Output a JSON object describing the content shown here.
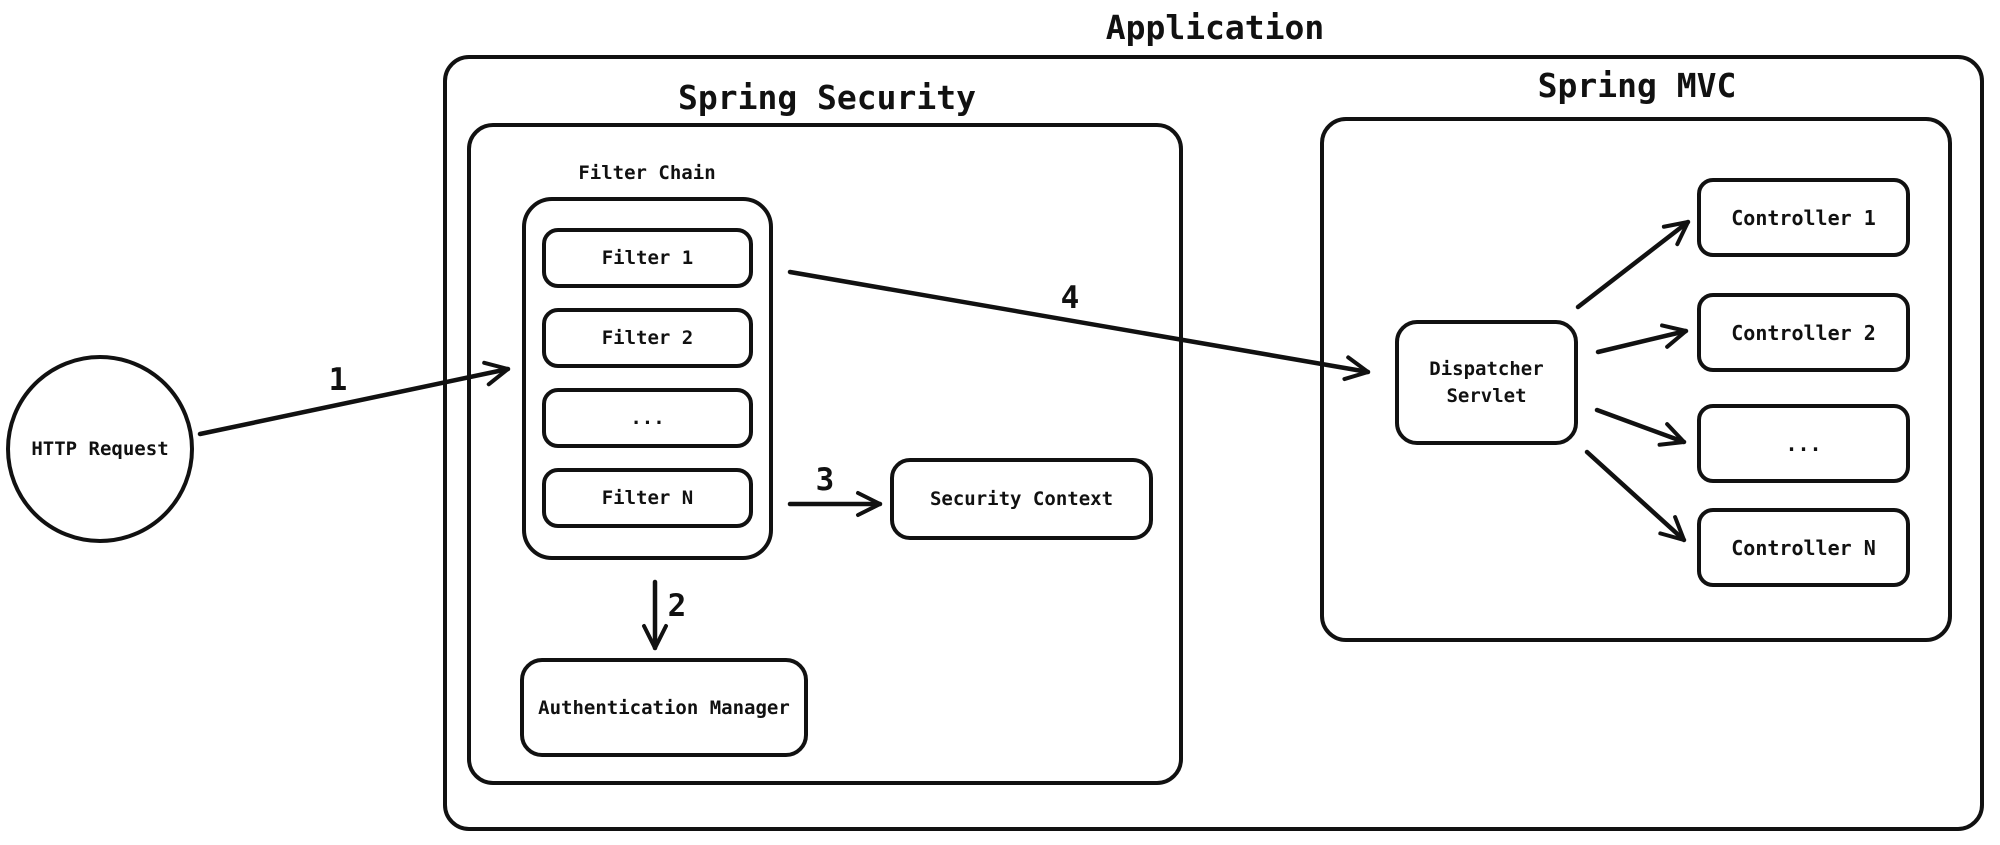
{
  "diagram": {
    "title": "Application",
    "http_request": {
      "label": "HTTP Request"
    },
    "spring_security": {
      "title": "Spring Security",
      "filter_chain": {
        "title": "Filter Chain",
        "filters": [
          "Filter 1",
          "Filter 2",
          "...",
          "Filter N"
        ]
      },
      "security_context": {
        "label": "Security Context"
      },
      "authentication_manager": {
        "label": "Authentication Manager"
      }
    },
    "spring_mvc": {
      "title": "Spring MVC",
      "dispatcher_servlet": {
        "label": "Dispatcher Servlet"
      },
      "controllers": [
        "Controller 1",
        "Controller 2",
        "...",
        "Controller N"
      ]
    },
    "flow_steps": {
      "step1": "1",
      "step2": "2",
      "step3": "3",
      "step4": "4"
    },
    "colors": {
      "stroke": "#111111",
      "background": "#ffffff"
    }
  }
}
